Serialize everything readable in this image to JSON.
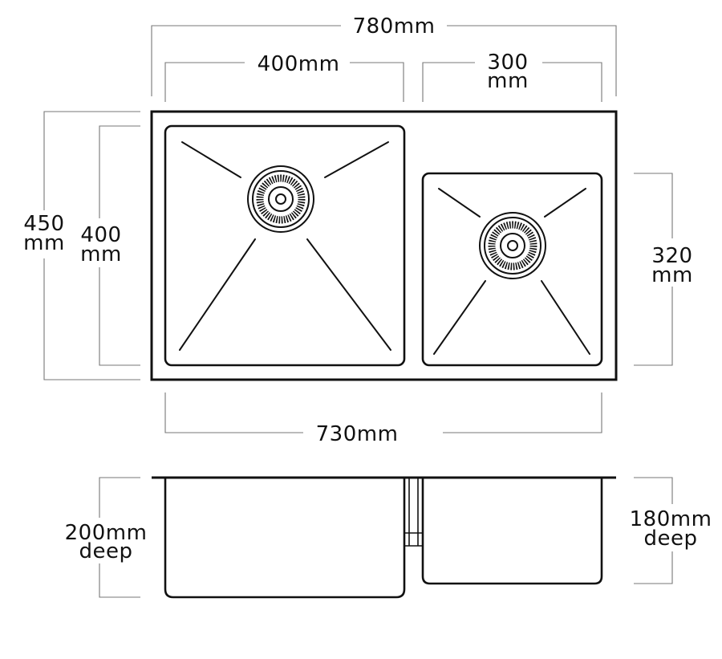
{
  "colors": {
    "line": "#111111",
    "dimension_line": "#777777",
    "background": "#ffffff"
  },
  "labels": {
    "overall_width": "780mm",
    "left_bowl_width": "400mm",
    "right_bowl_width_value": "300",
    "right_bowl_width_unit": "mm",
    "overall_depth_value": "450",
    "overall_depth_unit": "mm",
    "left_bowl_length_value": "400",
    "left_bowl_length_unit": "mm",
    "right_bowl_length_value": "320",
    "right_bowl_length_unit": "mm",
    "bowls_span_width": "730mm",
    "left_bowl_depth_value": "200mm",
    "left_bowl_depth_word": "deep",
    "right_bowl_depth_value": "180mm",
    "right_bowl_depth_word": "deep"
  }
}
